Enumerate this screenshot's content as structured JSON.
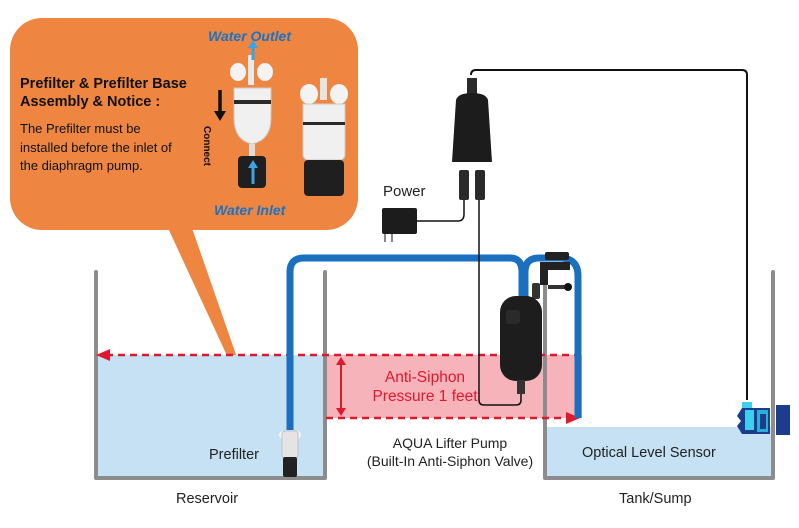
{
  "callout": {
    "title_line1": "Prefilter & Prefilter Base",
    "title_line2": "Assembly & Notice :",
    "body": "The Prefilter must be installed before the inlet of the diaphragm pump.",
    "water_outlet": "Water Outlet",
    "water_inlet": "Water Inlet",
    "connect": "Connect"
  },
  "labels": {
    "power": "Power",
    "anti_siphon_line1": "Anti-Siphon",
    "anti_siphon_line2": "Pressure 1 feet",
    "prefilter": "Prefilter",
    "pump_line1": "AQUA Lifter Pump",
    "pump_line2": "(Built-In Anti-Siphon Valve)",
    "sensor": "Optical Level Sensor",
    "reservoir": "Reservoir",
    "tank": "Tank/Sump"
  },
  "colors": {
    "callout_orange": "#ee8642",
    "water_blue": "#c5e1f3",
    "tube_blue": "#1a6fbf",
    "anti_siphon_red": "#e0182d",
    "anti_siphon_band": "#f6b3b9",
    "tank_wall": "#8c8c8c",
    "sensor_cyan": "#3cd0ee",
    "sensor_navy": "#1e3c8c"
  }
}
